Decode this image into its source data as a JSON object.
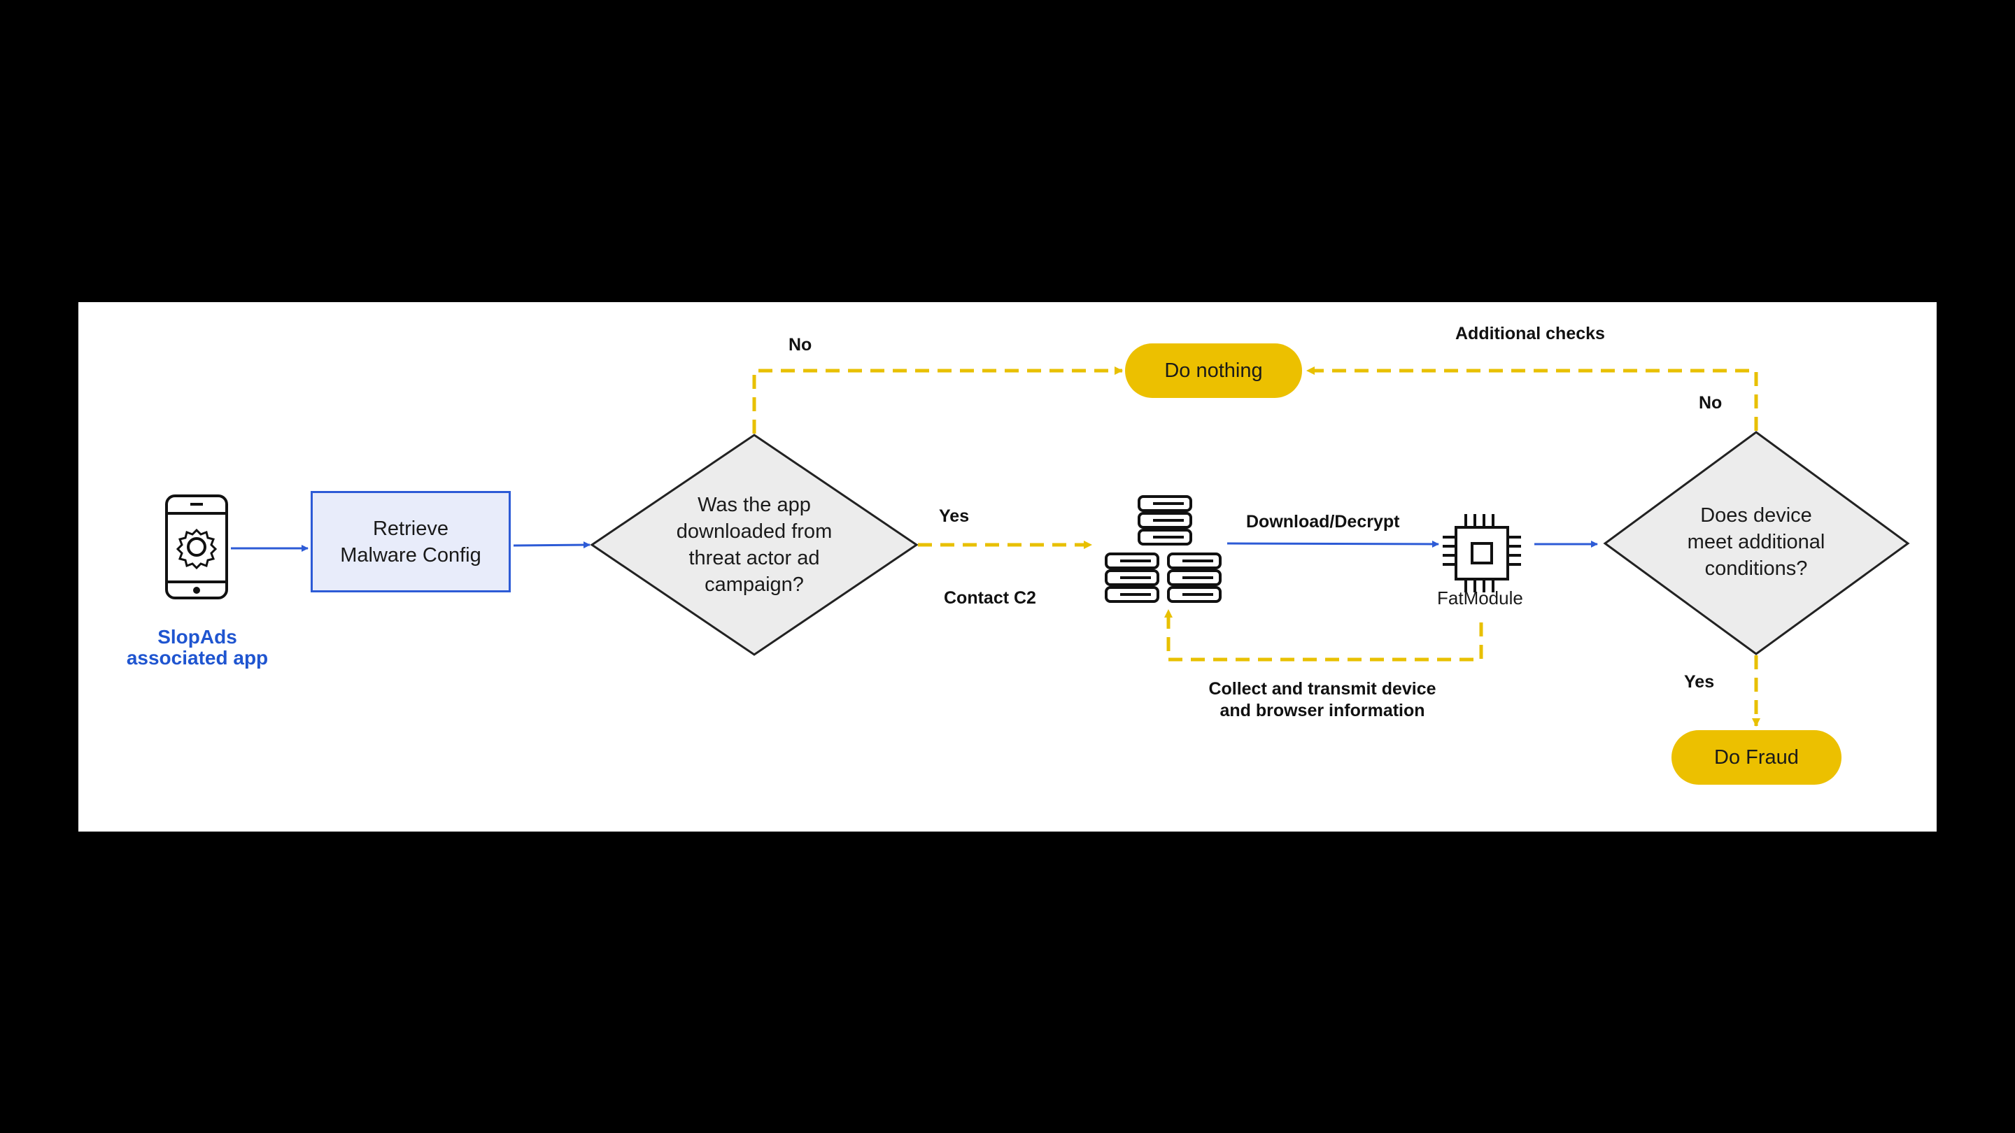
{
  "app": {
    "label_line1": "SlopAds",
    "label_line2": "associated app",
    "icon": "smartphone-gear-icon"
  },
  "nodes": {
    "retrieve_line1": "Retrieve",
    "retrieve_line2": "Malware Config",
    "decision1_line1": "Was the app",
    "decision1_line2": "downloaded from",
    "decision1_line3": "threat actor ad",
    "decision1_line4": "campaign?",
    "do_nothing": "Do nothing",
    "server_icon": "server-stack-icon",
    "chip_icon": "chip-icon",
    "fatmodule": "FatModule",
    "decision2_line1": "Does device",
    "decision2_line2": "meet additional",
    "decision2_line3": "conditions?",
    "do_fraud": "Do Fraud"
  },
  "edges": {
    "no_left": "No",
    "yes_left": "Yes",
    "contact_c2": "Contact C2",
    "download_decrypt": "Download/Decrypt",
    "collect_line1": "Collect and transmit device",
    "collect_line2": "and browser information",
    "additional_checks": "Additional checks",
    "no_right": "No",
    "yes_right": "Yes"
  },
  "colors": {
    "background": "#000000",
    "panel": "#ffffff",
    "blue_arrow": "#2d5bd6",
    "yellow_arrow": "#e8c000",
    "pill": "#ecc000",
    "diamond_fill": "#ececec",
    "box_fill": "#e8ecfa",
    "label_blue": "#1f55d0"
  }
}
